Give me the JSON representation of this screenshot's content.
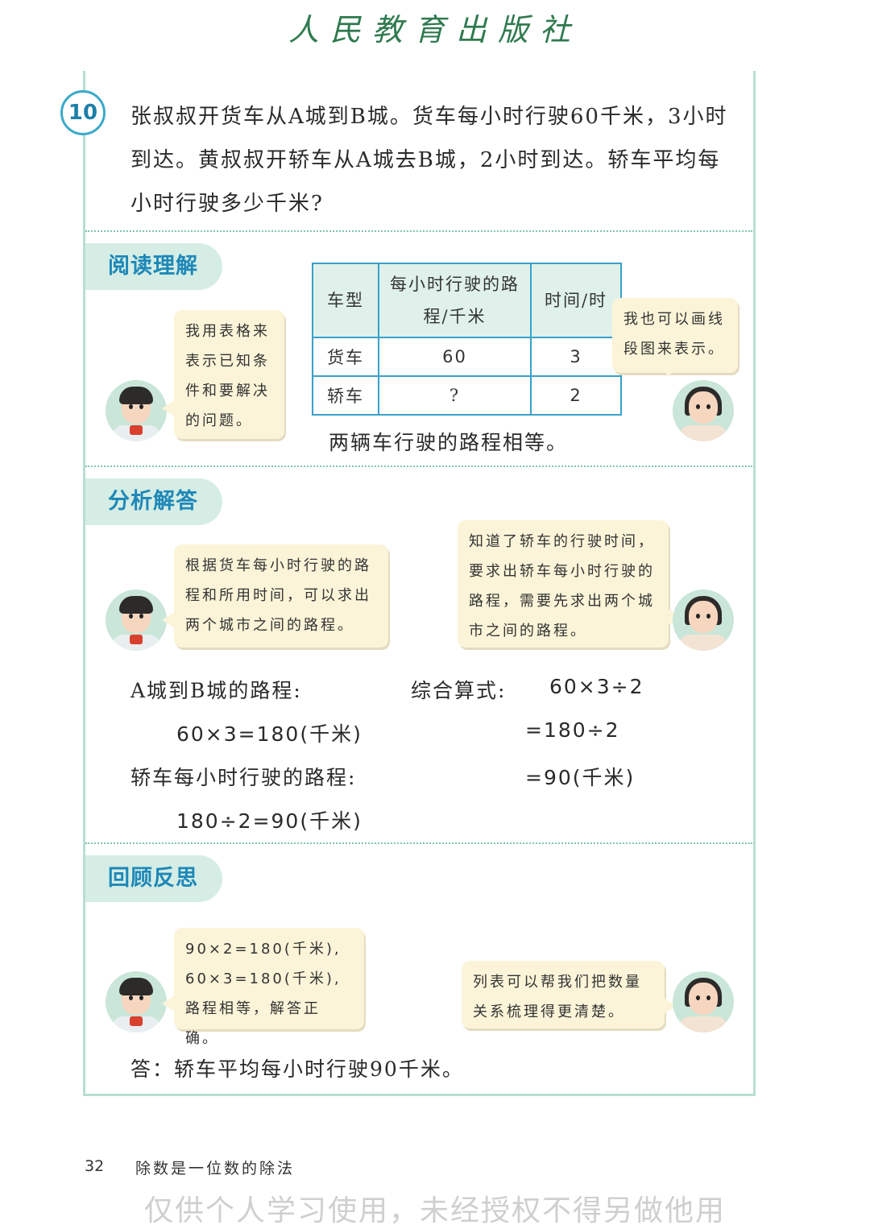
{
  "header": {
    "publisher": "人民教育出版社"
  },
  "problem": {
    "number": "10",
    "text": "张叔叔开货车从A城到B城。货车每小时行驶60千米，3小时到达。黄叔叔开轿车从A城去B城，2小时到达。轿车平均每小时行驶多少千米?"
  },
  "sections": {
    "read": "阅读理解",
    "analyze": "分析解答",
    "review": "回顾反思"
  },
  "read_section": {
    "boy_bubble": "我用表格来表示已知条件和要解决的问题。",
    "girl_bubble": "我也可以画线段图来表示。",
    "table": {
      "headers": [
        "车型",
        "每小时行驶的路程/千米",
        "时间/时"
      ],
      "rows": [
        [
          "货车",
          "60",
          "3"
        ],
        [
          "轿车",
          "?",
          "2"
        ]
      ]
    },
    "note": "两辆车行驶的路程相等。"
  },
  "analyze_section": {
    "boy_bubble": "根据货车每小时行驶的路程和所用时间，可以求出两个城市之间的路程。",
    "girl_bubble": "知道了轿车的行驶时间，要求出轿车每小时行驶的路程，需要先求出两个城市之间的路程。",
    "step1_label": "A城到B城的路程:",
    "step1_calc": "60×3=180(千米)",
    "step2_label": "轿车每小时行驶的路程:",
    "step2_calc": "180÷2=90(千米)",
    "combined_label": "综合算式:",
    "combined_1": "60×3÷2",
    "combined_2": "=180÷2",
    "combined_3": "=90(千米)"
  },
  "review_section": {
    "boy_bubble_1": "90×2=180(千米),",
    "boy_bubble_2": "60×3=180(千米),",
    "boy_bubble_3": "路程相等，解答正确。",
    "girl_bubble": "列表可以帮我们把数量关系梳理得更清楚。",
    "answer": "答：轿车平均每小时行驶90千米。"
  },
  "footer": {
    "page": "32",
    "chapter": "除数是一位数的除法",
    "watermark": "仅供个人学习使用，未经授权不得另做他用"
  }
}
